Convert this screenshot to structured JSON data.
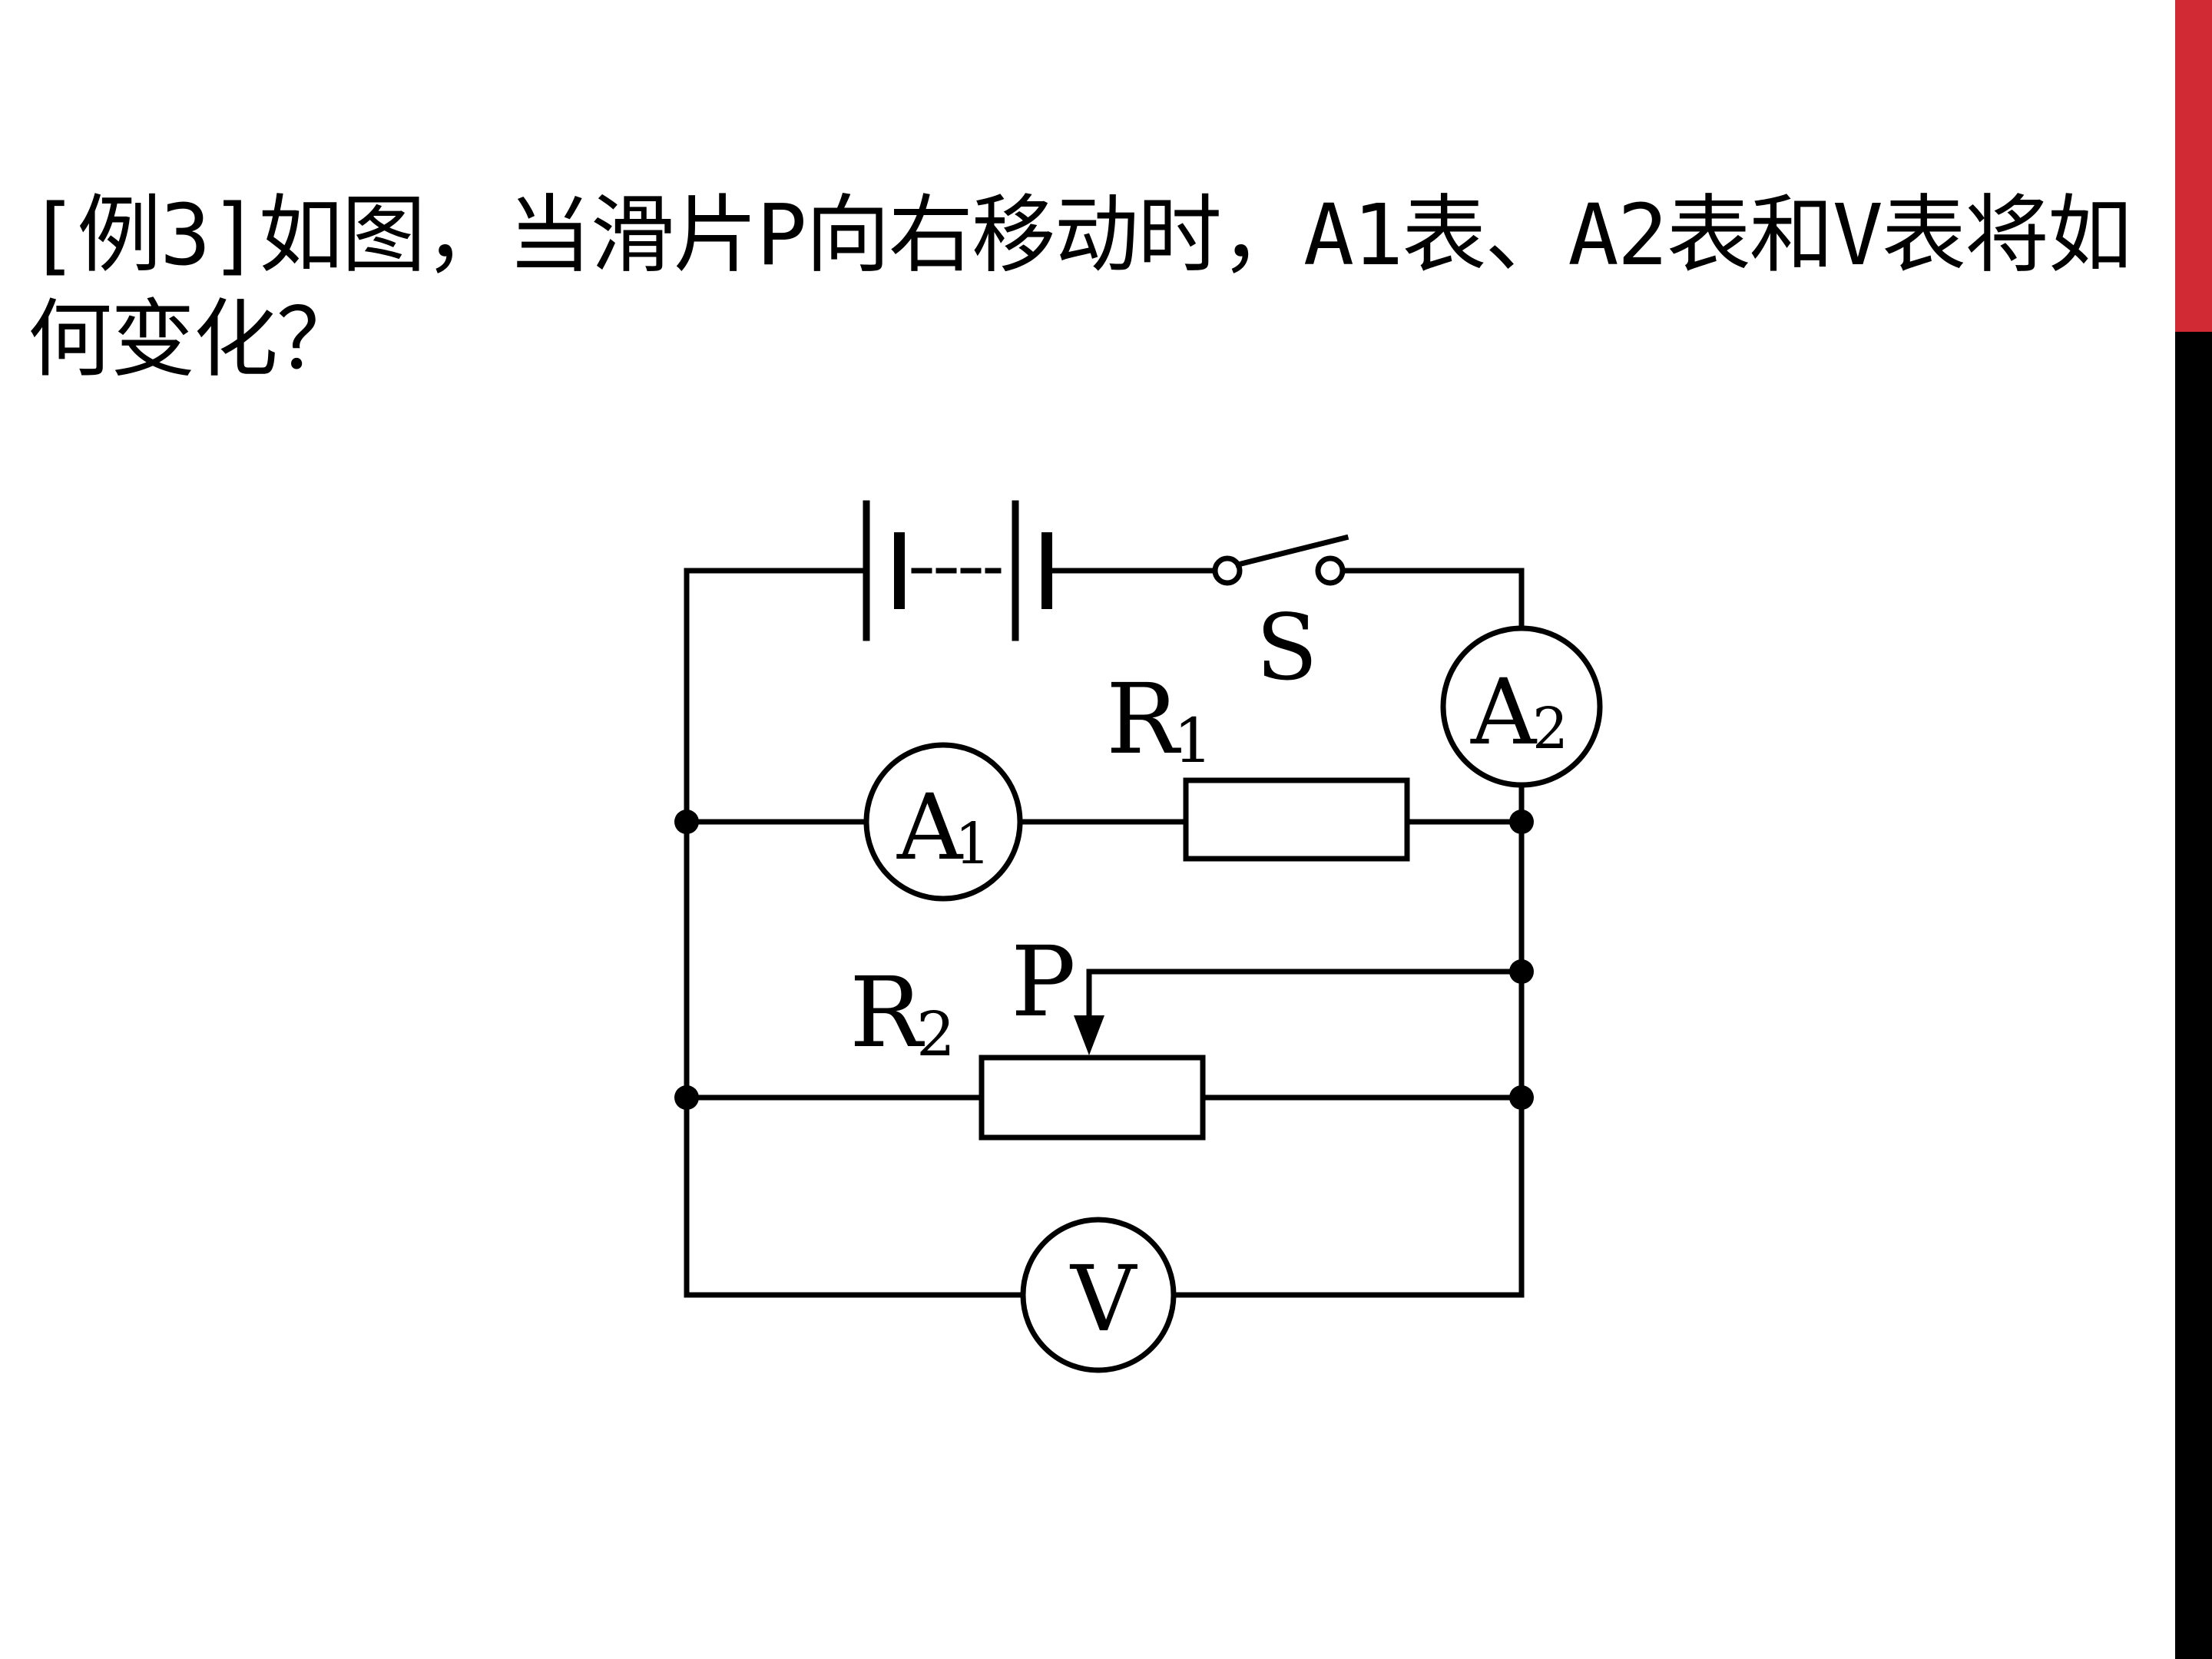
{
  "question": {
    "line1": "[例3]如图，当滑片P向右移动时，A1表、A2表和V表将如",
    "line2": "何变化？"
  },
  "diagram": {
    "switch_label": "S",
    "r1_label": "R",
    "r1_sub": "1",
    "r2_label": "R",
    "r2_sub": "2",
    "slider_label": "P",
    "a1_letter": "A",
    "a1_sub": "1",
    "a2_letter": "A",
    "a2_sub": "2",
    "v_letter": "V"
  },
  "colors": {
    "accent_red": "#d12a34",
    "accent_black": "#000000",
    "line": "#000000"
  }
}
